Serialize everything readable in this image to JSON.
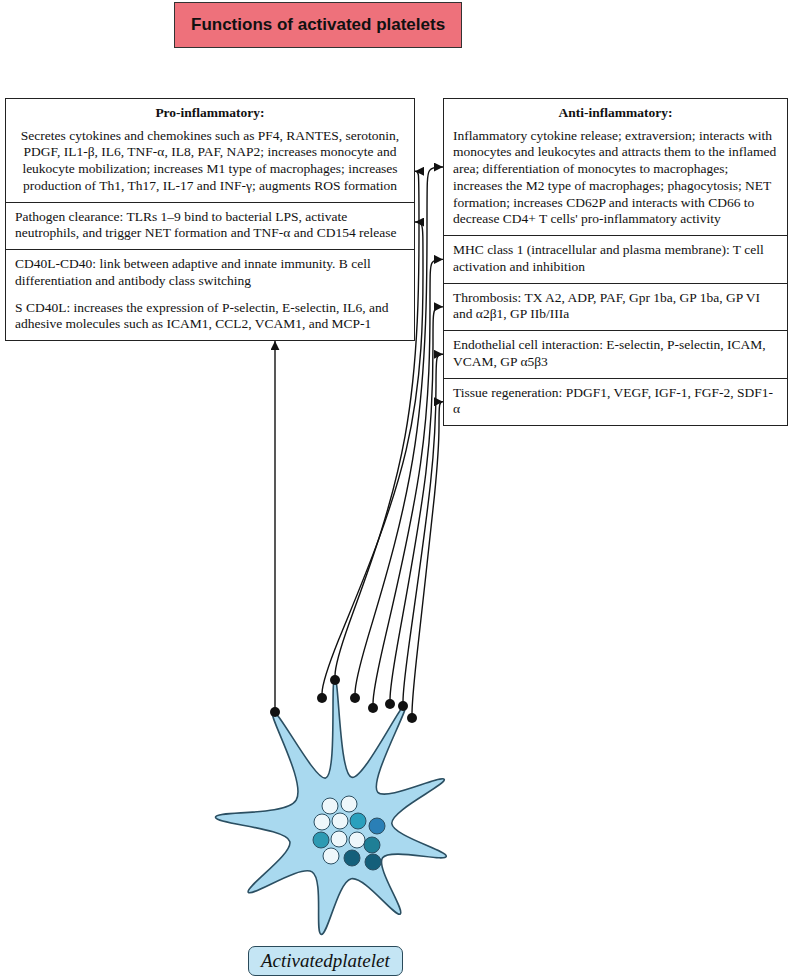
{
  "diagram": {
    "title": "Functions of activated platelets",
    "nodes": [
      {
        "text": [
          "Pro-inflammatory:",
          "Secretes cytokines and chemokines such as PF4, RANTES, serotonin, PDGF, IL1-β, IL6, TNF-α, IL8, PAF, NAP2; increases monocyte and leukocyte mobilization; increases M1 type of macrophages; increases production of Th1, Th17, IL-17 and INF-γ; augments ROS formation"
        ]
      },
      {
        "text": [
          "Pathogen clearance: TLRs 1–9 bind to bacterial LPS, activate neutrophils, and trigger NET formation and TNF-α and CD154 release"
        ]
      },
      {
        "text": [
          "CD40L-CD40: link between adaptive and innate immunity. B cell differentiation and antibody class switching",
          "S CD40L: increases the expression of P-selectin, E-selectin, IL6, and adhesive molecules such as ICAM1, CCL2, VCAM1, and MCP-1"
        ]
      },
      {
        "text": [
          "Anti-inflammatory:",
          "Inflammatory cytokine release; extraversion; interacts with monocytes and leukocytes and attracts them to the inflamed area; differentiation of monocytes to macrophages; increases the M2 type of macrophages; phagocytosis; NET formation; increases CD62P and interacts with CD66 to decrease CD4+ T cells' pro-inflammatory activity"
        ]
      },
      {
        "text": [
          "MHC class 1 (intracellular and plasma membrane): T cell activation and inhibition"
        ]
      },
      {
        "text": [
          "Thrombosis: TX A2, ADP, PAF, Gpr 1ba, GP 1ba, GP VI and α2β1, GP IIb/IIIa"
        ]
      },
      {
        "text": [
          "Endothelial cell interaction: E-selectin, P-selectin, ICAM, VCAM, GP α5β3"
        ]
      },
      {
        "text": [
          "Tissue regeneration: PDGF1, VEGF, IGF-1, FGF-2, SDF1-α"
        ]
      },
      {
        "text": [
          "Activatedplatelet"
        ]
      }
    ],
    "edges": [
      {
        "from": 8,
        "to": 0,
        "arrow": "to"
      },
      {
        "from": 8,
        "to": 1,
        "arrow": "to"
      },
      {
        "from": 8,
        "to": 2,
        "arrow": "to"
      },
      {
        "from": 8,
        "to": 3,
        "arrow": "to"
      },
      {
        "from": 8,
        "to": 4,
        "arrow": "to"
      },
      {
        "from": 8,
        "to": 5,
        "arrow": "to"
      },
      {
        "from": 8,
        "to": 6,
        "arrow": "to"
      },
      {
        "from": 8,
        "to": 7,
        "arrow": "to"
      }
    ]
  }
}
